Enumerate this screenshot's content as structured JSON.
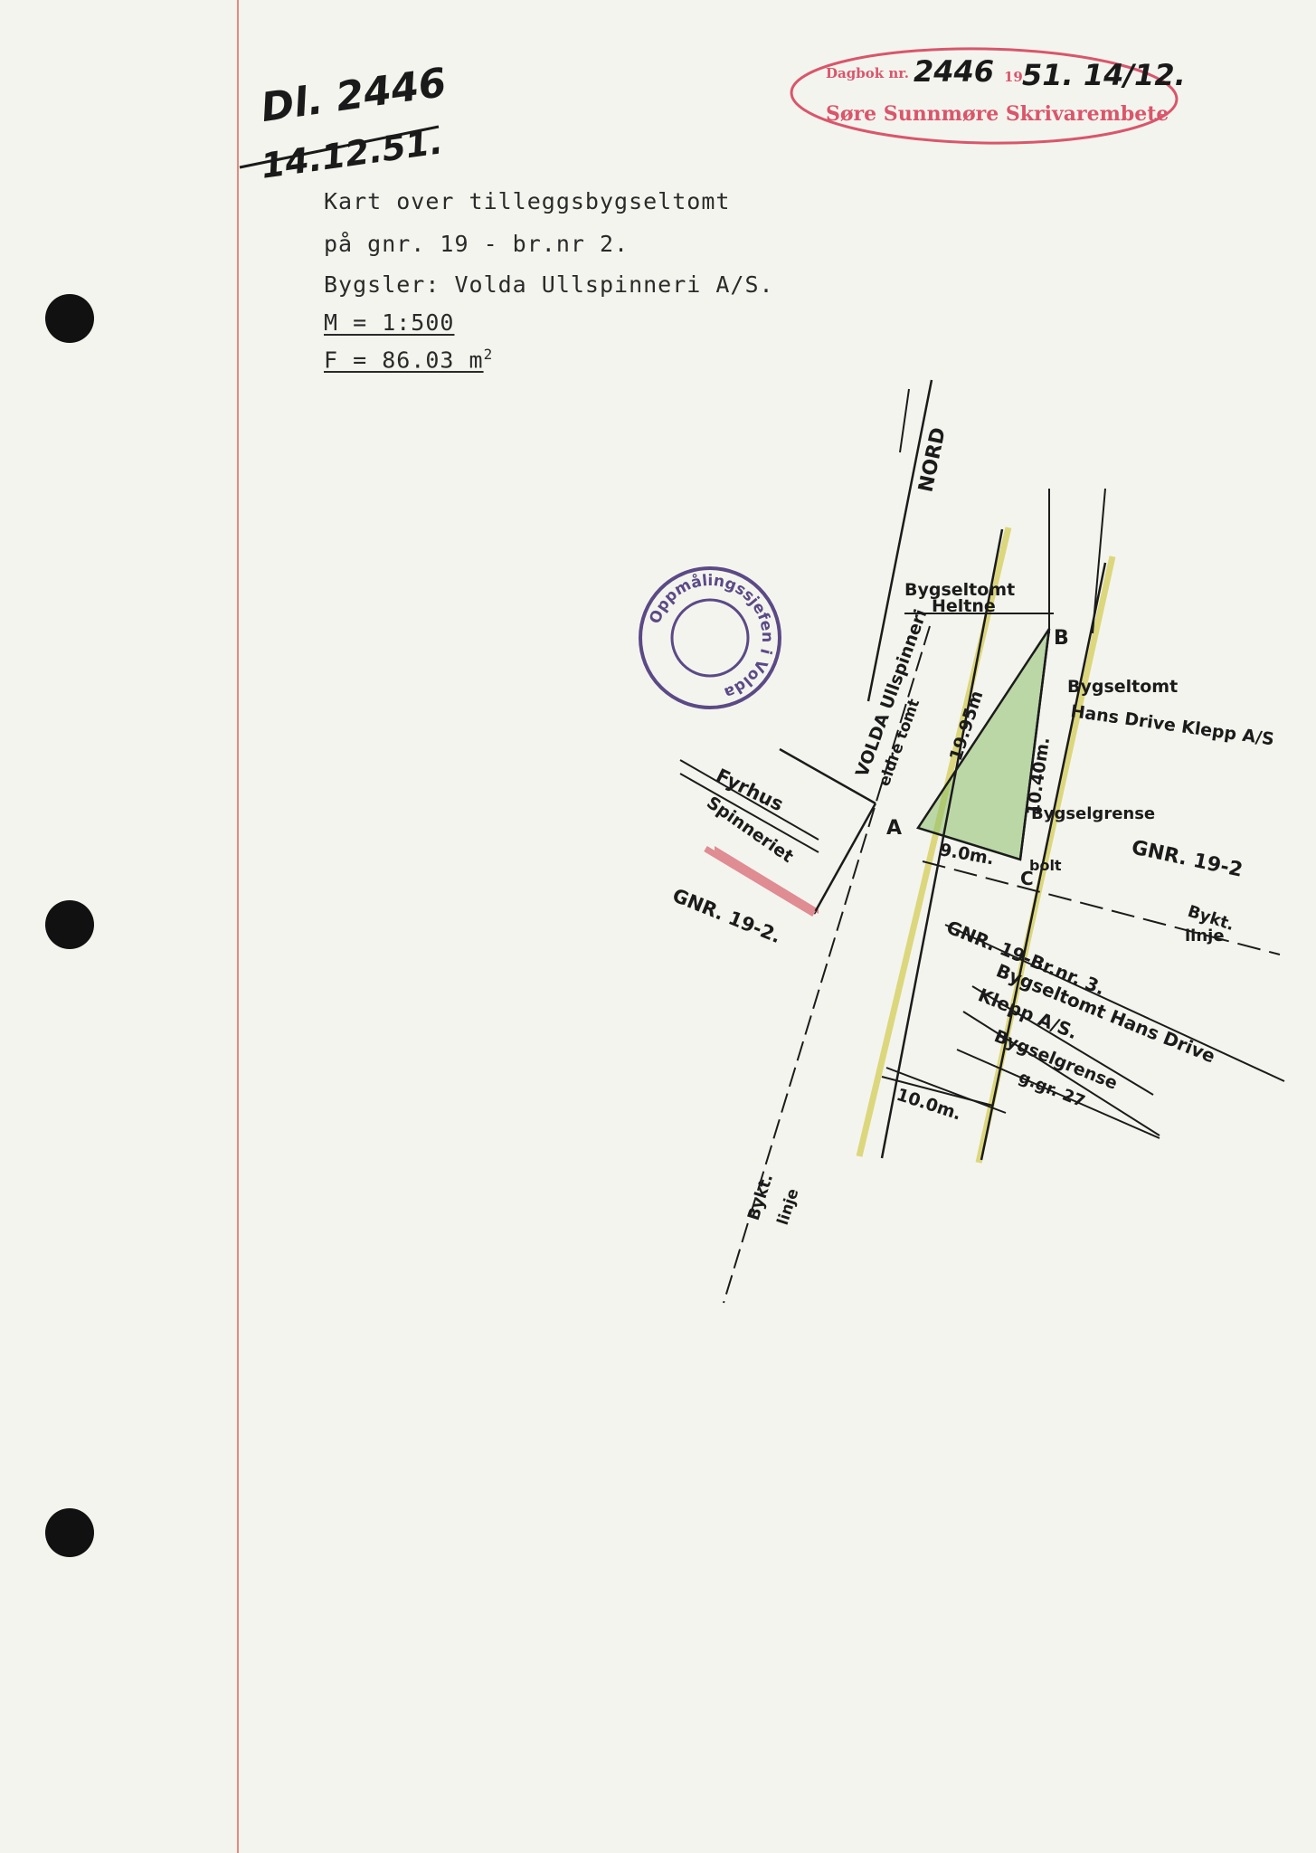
{
  "header_annotation": {
    "journal_no": "Dl. 2446",
    "date": "14.12.51."
  },
  "registry_stamp": {
    "prefix": "Dagbok nr.",
    "journal_no": "2446",
    "year_prefix": "19",
    "date": "51. 14/12.",
    "office": "Søre Sunnmøre Skrivarembete"
  },
  "description": {
    "line1": "Kart over tilleggsbygseltomt",
    "line2": "på gnr. 19 - br.nr 2.",
    "line3": "Bygsler: Volda Ullspinneri A/S.",
    "scale": "M = 1:500",
    "area": "F = 86.03 m",
    "area_exponent": "2"
  },
  "survey_stamp": {
    "top_text": "Oppmålingssjefen i Volda"
  },
  "map": {
    "north": "NORD",
    "heltne": [
      "Bygseltomt",
      "Heltne"
    ],
    "volda": [
      "VOLDA Ullspinneri",
      "eldre tomt"
    ],
    "hans_drive_upper": [
      "Bygseltomt",
      "Hans Drive Klepp A/S"
    ],
    "fyrhus": [
      "Fyrhus",
      "Spinneriet"
    ],
    "gnr_left": "GNR. 19-2.",
    "gnr_right": "GNR. 19-2",
    "gnr_lower": "GNR. 19-Br.nr. 3.",
    "hans_drive_lower": [
      "Bygseltomt Hans Drive",
      "Klepp A/S."
    ],
    "bygselgrense_upper": "Bygselgrense",
    "bygselgrense_lower": "Bygselgrense",
    "gr27": "g.gr. 27",
    "dim_ab": "19.95m",
    "dim_bc": "10.40m.",
    "dim_ac": "9.0m.",
    "dim_lower": "10.0m.",
    "bolt": "bolt",
    "point_a": "A",
    "point_b": "B",
    "point_c": "C",
    "byggelinje_right": [
      "Bykt.",
      "linje"
    ],
    "byggelinje_left": [
      "Bykt.",
      "linje"
    ]
  },
  "colors": {
    "margin_red": "#e7897c",
    "stamp_red": "#d9566b",
    "stamp_purple": "#5b4a86",
    "plot_green": "#8cc06b",
    "road_yellow": "#d8d36a",
    "hatch_pink": "#df8c93"
  }
}
